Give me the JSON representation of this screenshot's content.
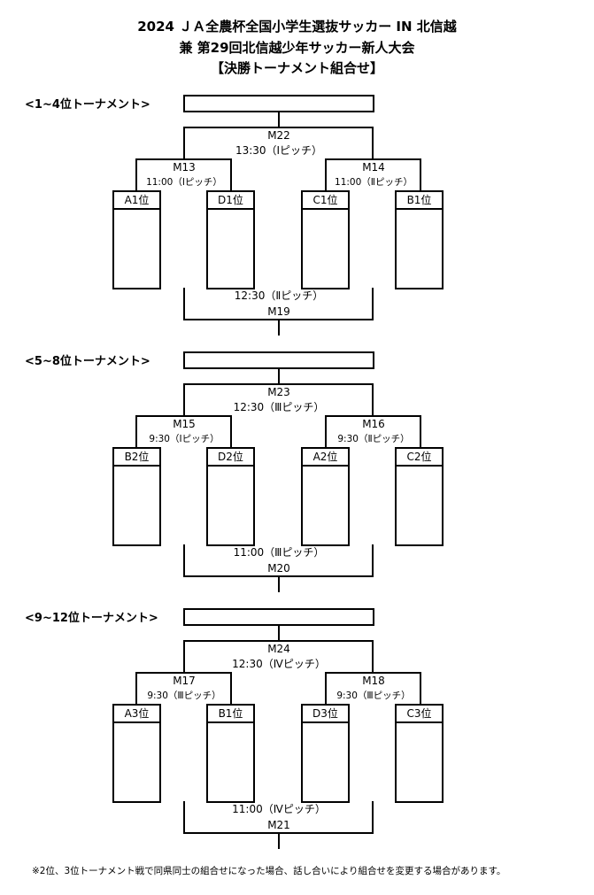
{
  "title": {
    "line1": "2024 ＪＡ全農杯全国小学生選抜サッカー IN 北信越",
    "line2": "兼 第29回北信越少年サッカー新人大会",
    "line3": "【決勝トーナメント組合せ】"
  },
  "sections": [
    {
      "label": "<1~4位トーナメント>",
      "final_match": "M22",
      "final_time": "13:30（Ⅰピッチ）",
      "left_semi": {
        "match": "M13",
        "time": "11:00（Ⅰピッチ）"
      },
      "right_semi": {
        "match": "M14",
        "time": "11:00（Ⅱピッチ）"
      },
      "teams": [
        "A1位",
        "D1位",
        "C1位",
        "B1位"
      ],
      "third_time": "12:30（Ⅱピッチ）",
      "third_match": "M19"
    },
    {
      "label": "<5~8位トーナメント>",
      "final_match": "M23",
      "final_time": "12:30（Ⅲピッチ）",
      "left_semi": {
        "match": "M15",
        "time": "9:30（Ⅰピッチ）"
      },
      "right_semi": {
        "match": "M16",
        "time": "9:30（Ⅱピッチ）"
      },
      "teams": [
        "B2位",
        "D2位",
        "A2位",
        "C2位"
      ],
      "third_time": "11:00（Ⅲピッチ）",
      "third_match": "M20"
    },
    {
      "label": "<9~12位トーナメント>",
      "final_match": "M24",
      "final_time": "12:30（Ⅳピッチ）",
      "left_semi": {
        "match": "M17",
        "time": "9:30（Ⅲピッチ）"
      },
      "right_semi": {
        "match": "M18",
        "time": "9:30（Ⅲピッチ）"
      },
      "teams": [
        "A3位",
        "B1位",
        "D3位",
        "C3位"
      ],
      "third_time": "11:00（Ⅳピッチ）",
      "third_match": "M21"
    }
  ],
  "note": "※2位、3位トーナメント戦で同県同士の組合せになった場合、話し合いにより組合せを変更する場合があります。"
}
